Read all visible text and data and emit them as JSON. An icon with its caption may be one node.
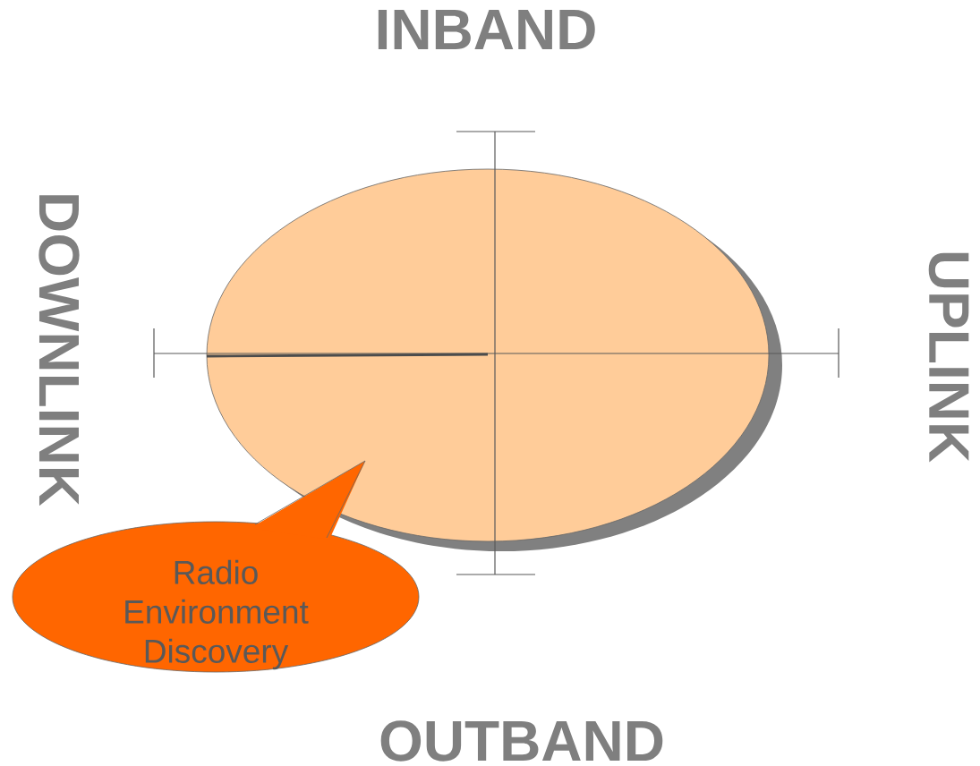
{
  "diagram": {
    "nodes": [
      {
        "text": [],
        "shape": "ellipse"
      },
      {
        "text": [
          "Radio Environment Discovery"
        ]
      }
    ],
    "labels": [
      "INBAND",
      "DOWNLINK",
      "UPLINK",
      "OUTBAND"
    ]
  }
}
